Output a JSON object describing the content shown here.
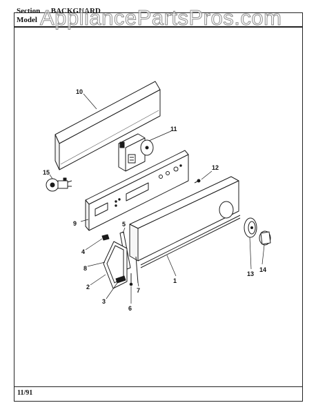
{
  "header": {
    "section_prefix": "Section",
    "section_name": "BACKGUARD",
    "model_prefix": "Model",
    "model_value": ""
  },
  "footer": {
    "date_code": "11/91"
  },
  "watermark": {
    "text": "AppliancePartsPros.com",
    "color": "#8a8a8a"
  },
  "callouts": [
    "10",
    "11",
    "15",
    "12",
    "9",
    "5",
    "4",
    "8",
    "2",
    "3",
    "6",
    "7",
    "1",
    "13",
    "14"
  ]
}
